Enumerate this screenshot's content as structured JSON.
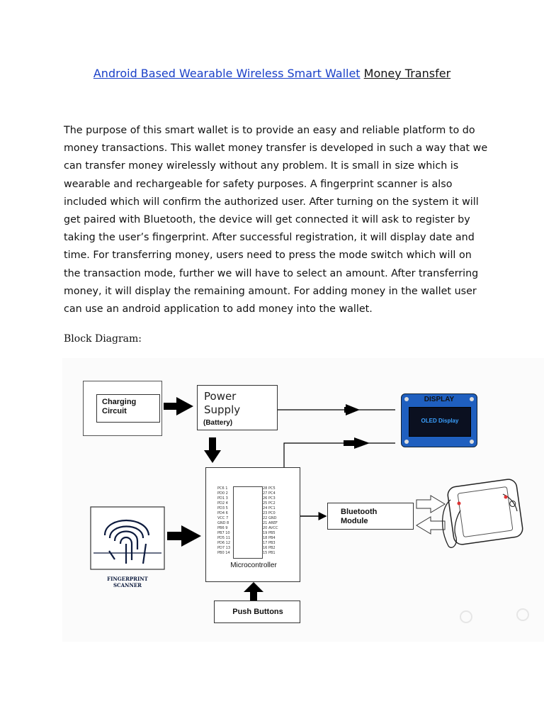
{
  "title": {
    "link_text": "Android Based Wearable Wireless Smart Wallet",
    "rest_text": "Money Transfer"
  },
  "paragraph": "The purpose of this smart wallet is to provide an easy and reliable platform to do money transactions. This wallet money transfer is developed in such a way that we can transfer money wirelessly without any problem. It is small in size which is wearable and rechargeable for safety purposes. A fingerprint scanner is also included which will confirm the authorized user. After turning on the system it will get paired with Bluetooth, the device will get connected it will ask to register by taking the user’s fingerprint. After successful registration, it will display date and time. For transferring money, users need to press the mode switch which will on the transaction mode, further we will have to select an amount. After transferring money, it will display the remaining amount. For adding money in the wallet user can use an android application to add money into the wallet.",
  "section_heading": "Block Diagram:",
  "diagram": {
    "charging_circuit": "Charging\nCircuit",
    "power_supply": "Power\nSupply",
    "battery": "(Battery)",
    "display_title": "DISPLAY",
    "oled_label": "OLED Display",
    "microcontroller": "Microcontroller",
    "bluetooth_module": "Bluetooth\nModule",
    "push_buttons": "Push Buttons",
    "fingerprint_scanner": "FINGERPRINT\nSCANNER",
    "pins_left": "PC6 1\nPD0 2\nPD1 3\nPD2 4\nPD3 5\nPD4 6\nVCC 7\nGND 8\nPB6 9\nPB7 10\nPD5 11\nPD6 12\nPD7 13\nPB0 14",
    "pins_right": "28 PC5\n27 PC4\n26 PC3\n25 PC2\n24 PC1\n23 PC0\n22 GND\n21 AREF\n20 AVCC\n19 PB5\n18 PB4\n17 PB3\n16 PB2\n15 PB1"
  }
}
